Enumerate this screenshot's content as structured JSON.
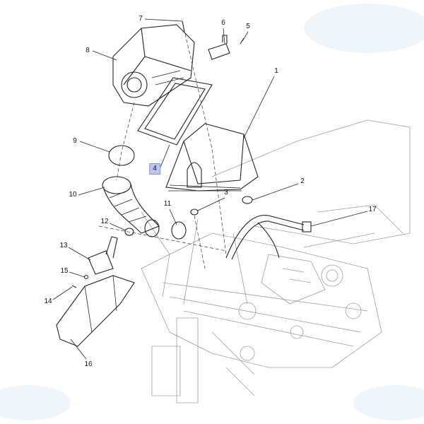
{
  "diagram": {
    "title": "Air cleaner assembly exploded view",
    "highlighted_callout": "4",
    "highlight_color": "#bcc6ee",
    "callouts": [
      {
        "id": "c1",
        "label": "1"
      },
      {
        "id": "c2",
        "label": "2"
      },
      {
        "id": "c3",
        "label": "3"
      },
      {
        "id": "c4",
        "label": "4"
      },
      {
        "id": "c5",
        "label": "5"
      },
      {
        "id": "c6",
        "label": "6"
      },
      {
        "id": "c7",
        "label": "7"
      },
      {
        "id": "c8",
        "label": "8"
      },
      {
        "id": "c9",
        "label": "9"
      },
      {
        "id": "c10",
        "label": "10"
      },
      {
        "id": "c11",
        "label": "11"
      },
      {
        "id": "c12",
        "label": "12"
      },
      {
        "id": "c13",
        "label": "13"
      },
      {
        "id": "c14",
        "label": "14"
      },
      {
        "id": "c15",
        "label": "15"
      },
      {
        "id": "c16",
        "label": "16"
      },
      {
        "id": "c17",
        "label": "17"
      }
    ]
  }
}
